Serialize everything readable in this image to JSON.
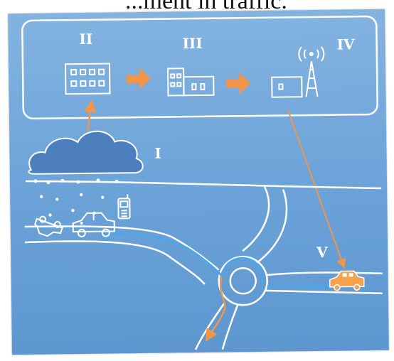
{
  "caption_fragment": "...ment in traffic.",
  "steps": {
    "i": "I",
    "ii": "II",
    "iii": "III",
    "iv": "IV",
    "v": "V"
  },
  "colors": {
    "background": "#6aa2d8",
    "line": "#ffffff",
    "arrow": "#f0954a",
    "highlight_car": "#f5a14e",
    "road_stream": "#4aa8e8"
  },
  "icons": [
    "office-building-icon",
    "small-building-icon",
    "radio-tower-icon",
    "cloud-icon",
    "mobile-phone-icon",
    "crashed-car-icon",
    "car-icon",
    "orange-car-icon",
    "roundabout"
  ]
}
